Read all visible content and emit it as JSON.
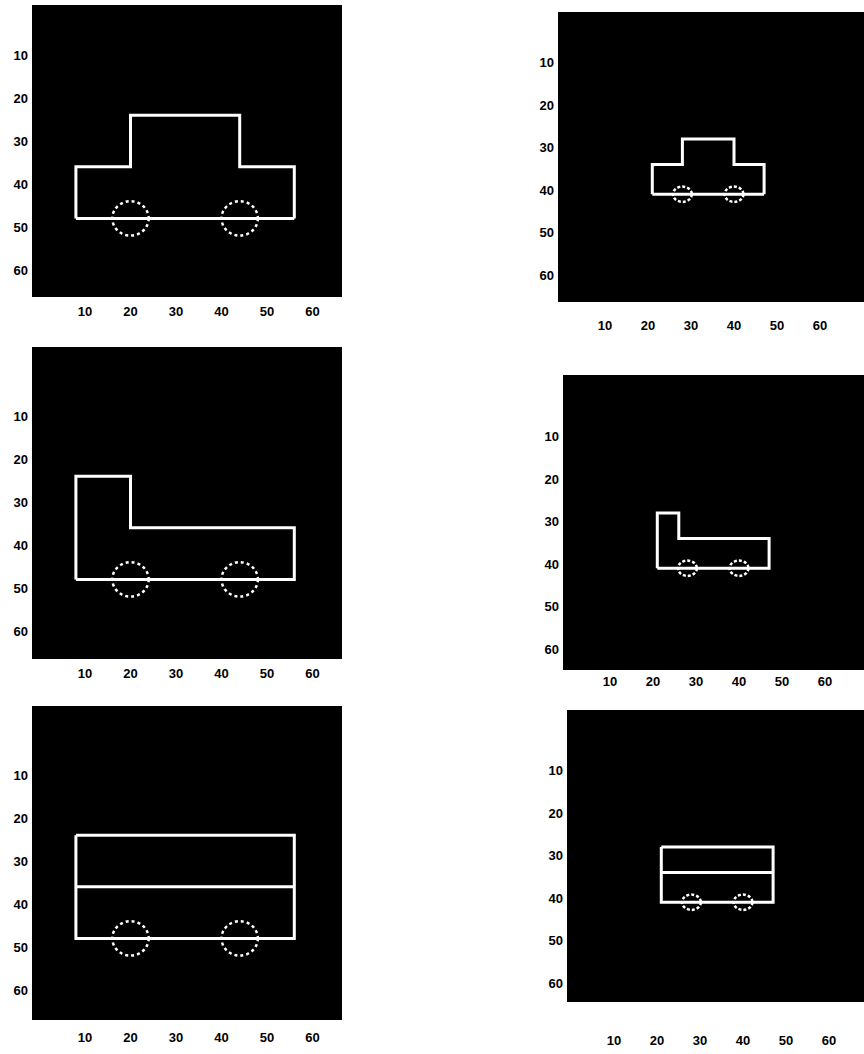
{
  "diagram": {
    "labels": [
      "10",
      "20",
      "30",
      "40",
      "50",
      "60",
      "10",
      "20",
      "30",
      "40",
      "50",
      "60",
      "10",
      "20",
      "30",
      "40",
      "50",
      "60",
      "10",
      "20",
      "30",
      "40",
      "50",
      "60",
      "10",
      "20",
      "30",
      "40",
      "50",
      "60",
      "10",
      "20",
      "30",
      "40",
      "50",
      "60",
      "10",
      "20",
      "30",
      "40",
      "50",
      "60",
      "10",
      "20",
      "30",
      "40",
      "50",
      "60",
      "10",
      "20",
      "30",
      "40",
      "50",
      "60",
      "10",
      "20",
      "30",
      "40",
      "50",
      "60",
      "10",
      "20",
      "30",
      "40",
      "50",
      "60",
      "10",
      "20",
      "30",
      "40",
      "50",
      "60"
    ]
  }
}
